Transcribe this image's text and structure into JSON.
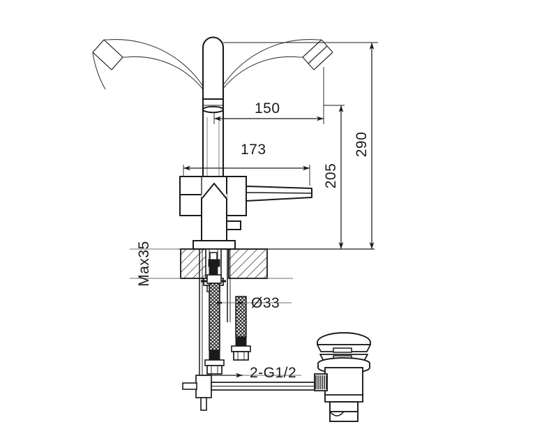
{
  "drawing": {
    "title": "Single-hole basin mixer faucet with swivel spout and pop-up waste",
    "type": "technical-line-drawing",
    "units": "mm",
    "background_color": "#ffffff",
    "line_color": "#1a1a1a",
    "thin_line_color": "#555555"
  },
  "dimensions": {
    "spout_reach": {
      "label": "150",
      "value": 150,
      "orientation": "horizontal",
      "description": "Spout reach from centre axis to aerator outlet"
    },
    "handle_span": {
      "label": "173",
      "value": 173,
      "orientation": "horizontal",
      "description": "Overall width from body edge to lever handle tip"
    },
    "spout_height": {
      "label": "205",
      "value": 205,
      "orientation": "vertical",
      "description": "Height from deck surface to spout outlet"
    },
    "overall_height": {
      "label": "290",
      "value": 290,
      "orientation": "vertical",
      "description": "Overall height from deck surface to top of column"
    },
    "max_deck_thickness": {
      "label": "Max35",
      "value": 35,
      "orientation": "vertical-rotated",
      "description": "Maximum mounting deck thickness"
    },
    "mounting_hole": {
      "label": "Ø33",
      "value": 33,
      "symbol": "Ø",
      "description": "Required mounting hole diameter"
    },
    "supply_thread": {
      "label": "2-G1/2",
      "count": 2,
      "thread": "G1/2",
      "description": "Two G1/2 threaded supply connections"
    }
  },
  "components": [
    {
      "name": "swivel-spout-left",
      "description": "Spout shown rotated to left position"
    },
    {
      "name": "swivel-spout-right",
      "description": "Spout shown rotated to right position"
    },
    {
      "name": "riser-column",
      "description": "Vertical tubular column with rounded cap"
    },
    {
      "name": "valve-body",
      "description": "Faceted valve body housing"
    },
    {
      "name": "lever-handle",
      "description": "Horizontal lever handle"
    },
    {
      "name": "deck-section",
      "description": "Hatched countertop cross-section"
    },
    {
      "name": "supply-hose-short",
      "description": "Braided flexible supply hose"
    },
    {
      "name": "supply-hose-long",
      "description": "Braided flexible supply hose"
    },
    {
      "name": "pop-up-drain",
      "description": "Push-button pop-up waste assembly"
    },
    {
      "name": "lift-rod",
      "description": "Horizontal pop-up actuating rod"
    }
  ]
}
